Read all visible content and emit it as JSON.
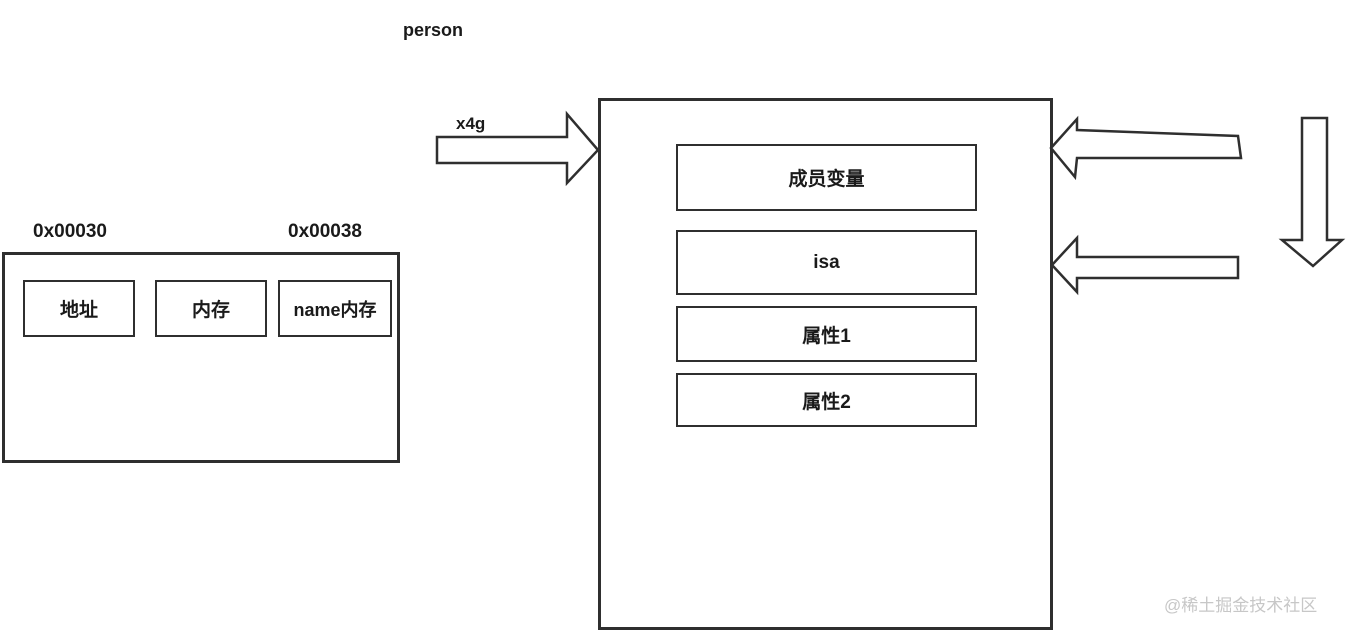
{
  "diagram": {
    "title_label": "person",
    "pointer_label": "x4g",
    "memory_strip": {
      "address_left": "0x00030",
      "address_right": "0x00038",
      "cells": [
        {
          "label": "地址"
        },
        {
          "label": "内存"
        },
        {
          "label": "name内存"
        }
      ]
    },
    "object_box": {
      "rows": [
        {
          "label": "成员变量"
        },
        {
          "label": "isa"
        },
        {
          "label": "属性1"
        },
        {
          "label": "属性2"
        }
      ]
    },
    "icons": {
      "pointer_arrow": "arrow-right-icon",
      "reference_arrow_top": "arrow-left-icon",
      "reference_arrow_middle": "arrow-left-icon",
      "flow_arrow": "arrow-down-icon"
    },
    "watermark": "@稀土掘金技术社区",
    "colors": {
      "stroke": "#2f2f2f",
      "text": "#1a1a1a",
      "watermark": "#c7c7c7",
      "background": "#ffffff"
    }
  }
}
